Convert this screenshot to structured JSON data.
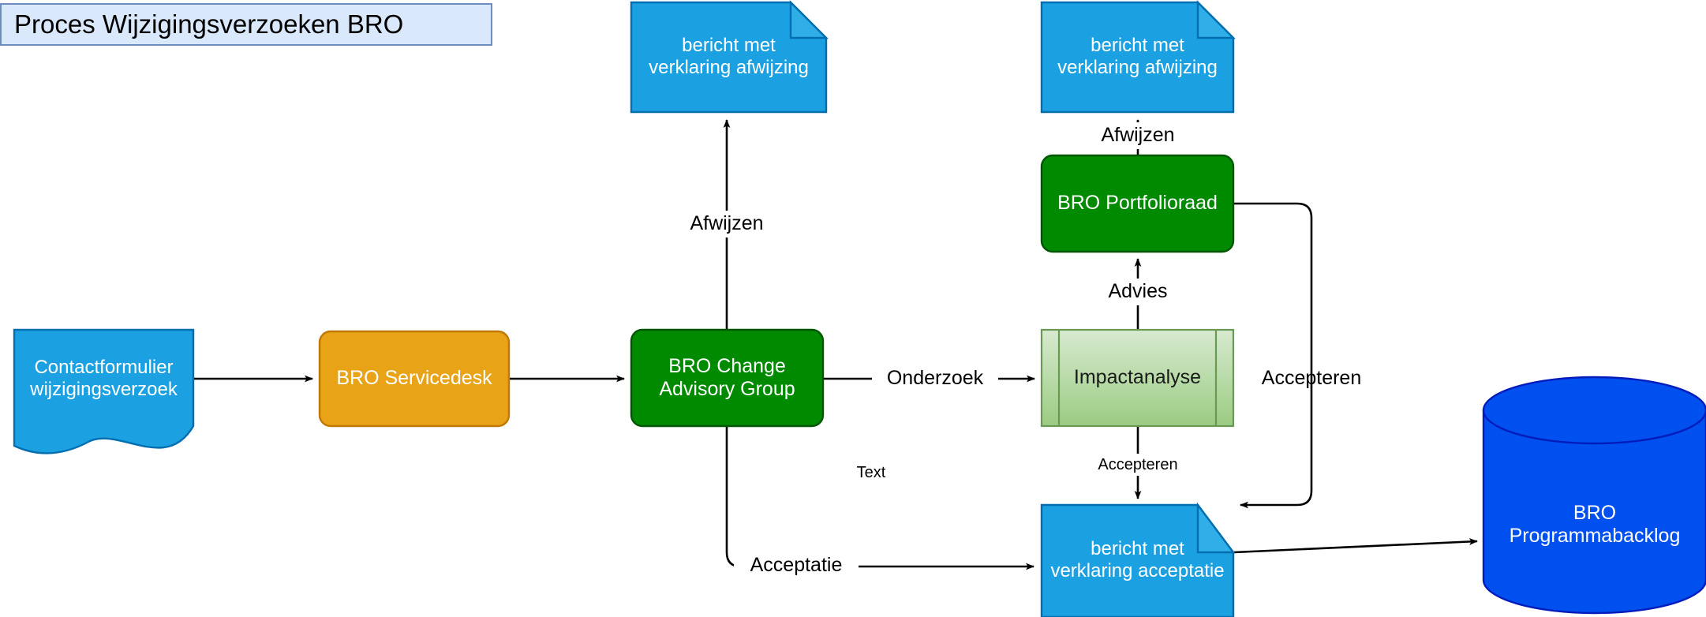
{
  "diagram": {
    "title": "Proces Wijzigingsverzoeken BRO",
    "colors": {
      "title_fill": "#dae8fc",
      "title_stroke": "#6c8ebf",
      "blue_note_fill": "#1BA1E2",
      "blue_note_stroke": "#006EAF",
      "orange_fill": "#E8A317",
      "orange_stroke": "#C07800",
      "green_fill": "#008A00",
      "green_stroke": "#005700",
      "lightgreen_fill": "#A9D18E",
      "lightgreen_stroke": "#6A9954",
      "cylinder_fill": "#0050EF",
      "cylinder_stroke": "#001DBC",
      "edge_stroke": "#000000"
    },
    "nodes": [
      {
        "id": "contactformulier",
        "shape": "document",
        "label": "Contactformulier\nwijzigingsverzoek"
      },
      {
        "id": "servicedesk",
        "shape": "rounded-rect",
        "label": "BRO Servicedesk"
      },
      {
        "id": "cab",
        "shape": "rounded-rect",
        "label": "BRO Change\nAdvisory Group"
      },
      {
        "id": "afwijzing-links",
        "shape": "note",
        "label": "bericht met\nverklaring afwijzing"
      },
      {
        "id": "afwijzing-rechts",
        "shape": "note",
        "label": "bericht met\nverklaring afwijzing"
      },
      {
        "id": "portfolioraad",
        "shape": "rounded-rect",
        "label": "BRO Portfolioraad"
      },
      {
        "id": "impactanalyse",
        "shape": "process",
        "label": "Impactanalyse"
      },
      {
        "id": "acceptatie-note",
        "shape": "note",
        "label": "bericht met\nverklaring acceptatie"
      },
      {
        "id": "programmabacklog",
        "shape": "cylinder",
        "label": "BRO\nProgrammabacklog"
      }
    ],
    "edge_labels": [
      {
        "id": "afwijzen-links",
        "text": "Afwijzen"
      },
      {
        "id": "afwijzen-rechts",
        "text": "Afwijzen"
      },
      {
        "id": "advies",
        "text": "Advies"
      },
      {
        "id": "onderzoek",
        "text": "Onderzoek"
      },
      {
        "id": "accepteren-rechts",
        "text": "Accepteren"
      },
      {
        "id": "accepteren-midden",
        "text": "Accepteren"
      },
      {
        "id": "acceptatie",
        "text": "Acceptatie"
      },
      {
        "id": "text",
        "text": "Text"
      }
    ]
  }
}
